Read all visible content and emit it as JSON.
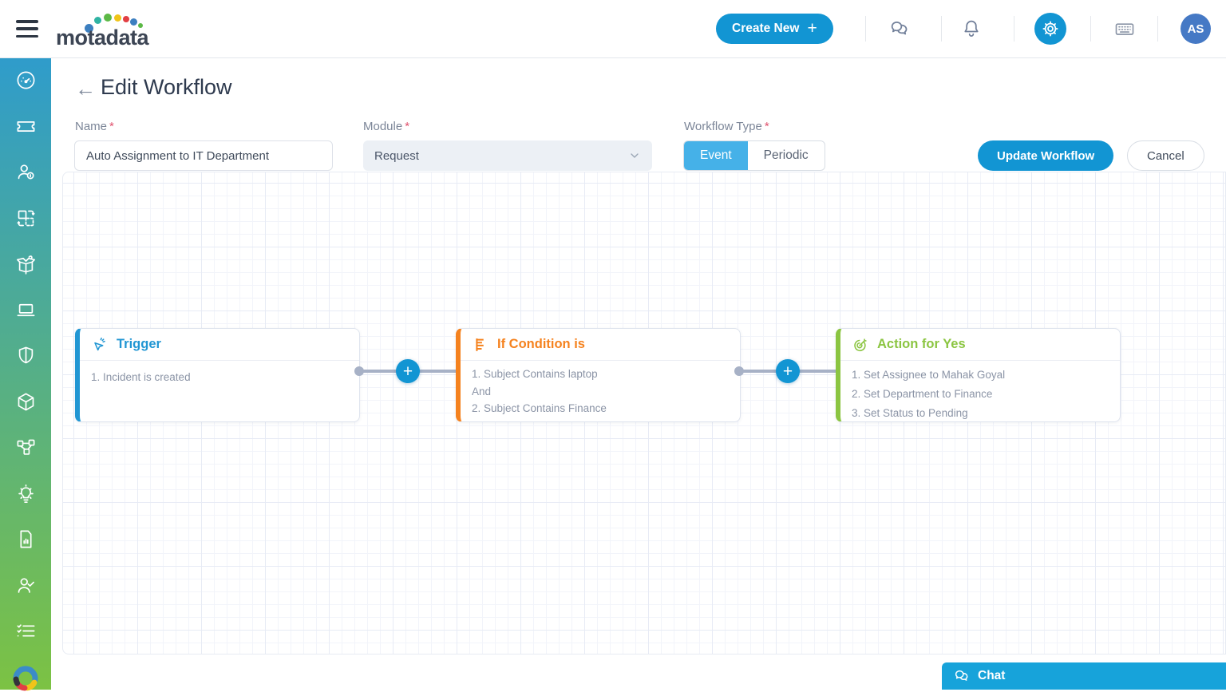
{
  "topbar": {
    "logo_text": "motadata",
    "create_new_label": "Create New",
    "avatar_initials": "AS",
    "icons": [
      "chat-icon",
      "bell-icon",
      "gear-icon",
      "keyboard-icon"
    ]
  },
  "sidebar": {
    "icons": [
      "gauge-icon",
      "ticket-icon",
      "user-info-icon",
      "transform-icon",
      "package-icon",
      "laptop-icon",
      "shield-icon",
      "cube-icon",
      "topology-icon",
      "bulb-icon",
      "report-icon",
      "user-check-icon",
      "checklist-icon",
      "motadata-ring-logo"
    ]
  },
  "editor": {
    "title": "Edit Workflow",
    "back_arrow": "←",
    "fields": {
      "name_label": "Name",
      "name_value": "Auto Assignment to IT Department",
      "module_label": "Module",
      "module_value": "Request",
      "type_label": "Workflow Type",
      "required_mark": "*",
      "type_options": [
        "Event",
        "Periodic"
      ],
      "type_selected": "Event"
    },
    "actions": {
      "update": "Update Workflow",
      "cancel": "Cancel"
    }
  },
  "canvas": {
    "trigger": {
      "title": "Trigger",
      "lines": [
        "1. Incident is created"
      ]
    },
    "condition": {
      "title": "If Condition is",
      "lines": [
        "1. Subject Contains laptop",
        "And",
        "2. Subject Contains Finance"
      ]
    },
    "action_yes": {
      "title": "Action for Yes",
      "lines": [
        "1. Set Assignee to Mahak Goyal",
        "2. Set Department to Finance",
        "3. Set Status to Pending"
      ]
    },
    "plus_symbol": "+"
  },
  "chat": {
    "label": "Chat"
  },
  "colors": {
    "accent": "#1295d3",
    "toggle-blue": "#45b1e8",
    "trigger": "#2196d3",
    "condition": "#f5821e",
    "action": "#8bc541",
    "side-top": "#2f9ccb",
    "side-bottom": "#7cc243",
    "chat": "#17a3da",
    "avatar": "#4579c5"
  }
}
